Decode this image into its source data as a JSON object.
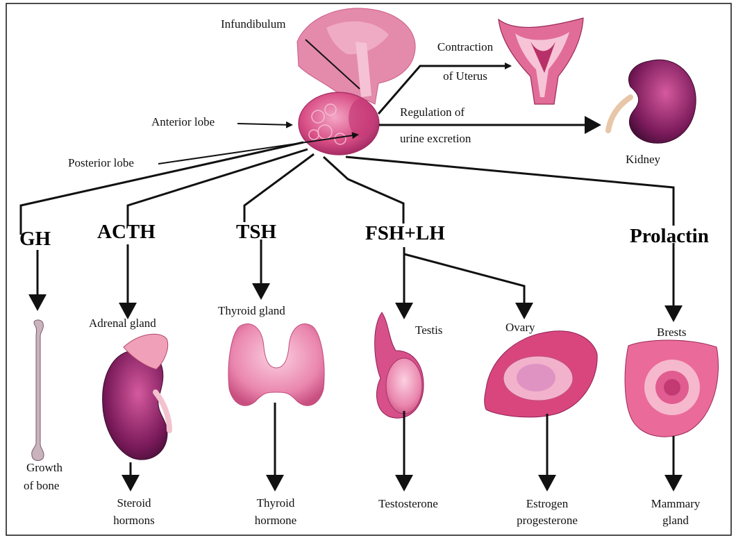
{
  "pituitary": {
    "infundibulum": "Infundibulum",
    "anterior_lobe": "Anterior lobe",
    "posterior_lobe": "Posterior lobe"
  },
  "posterior_targets": {
    "uterus_line1": "Contraction",
    "uterus_line2": "of Uterus",
    "kidney_line1": "Regulation of",
    "kidney_line2": "urine excretion",
    "kidney_label": "Kidney"
  },
  "hormones": {
    "gh": "GH",
    "acth": "ACTH",
    "tsh": "TSH",
    "fsh_lh": "FSH+LH",
    "prolactin": "Prolactin"
  },
  "targets": {
    "adrenal": "Adrenal gland",
    "thyroid": "Thyroid gland",
    "testis": "Testis",
    "ovary": "Ovary",
    "breasts": "Brests"
  },
  "effects": {
    "bone_line1": "Growth",
    "bone_line2": "of bone",
    "steroid_line1": "Steroid",
    "steroid_line2": "hormons",
    "thyroid_line1": "Thyroid",
    "thyroid_line2": "hormone",
    "testosterone": "Testosterone",
    "ovary_line1": "Estrogen",
    "ovary_line2": "progesterone",
    "mammary_line1": "Mammary",
    "mammary_line2": "gland"
  },
  "colors": {
    "organ_pink": "#d94f86",
    "organ_dark": "#8e1e55",
    "organ_light": "#f2a4c3",
    "arrow": "#111111"
  }
}
